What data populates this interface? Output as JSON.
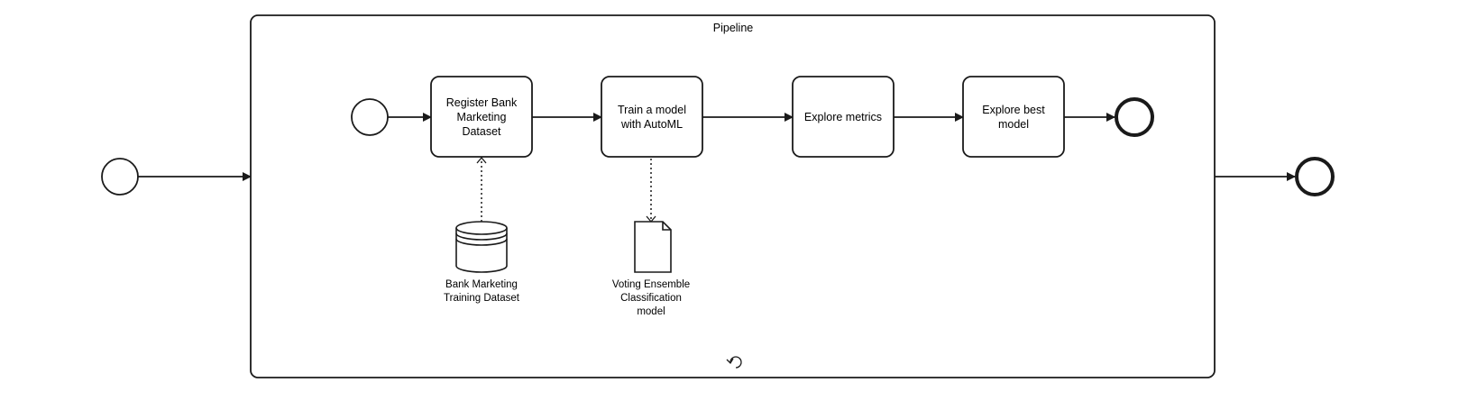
{
  "pipeline": {
    "title": "Pipeline"
  },
  "tasks": {
    "register": "Register Bank\nMarketing\nDataset",
    "train": "Train a model\nwith AutoML",
    "metrics": "Explore metrics",
    "best": "Explore best\nmodel"
  },
  "data": {
    "dataset": "Bank Marketing\nTraining Dataset",
    "model": "Voting Ensemble\nClassification\nmodel"
  },
  "colors": {
    "stroke": "#1a1a1a",
    "fill": "#ffffff",
    "text": "#000000"
  }
}
